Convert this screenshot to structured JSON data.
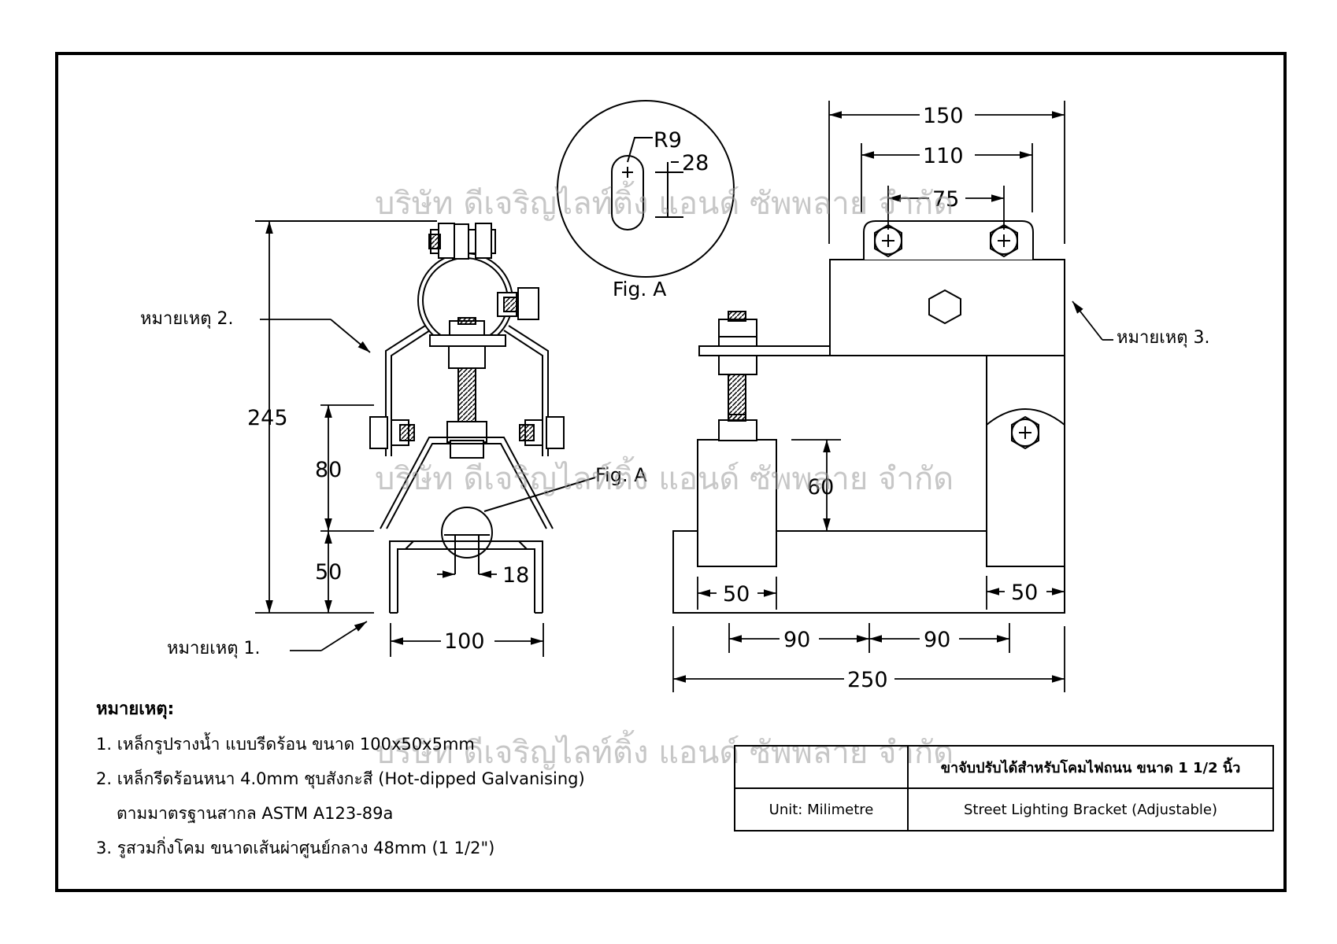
{
  "fig_a": {
    "radius_label": "R9",
    "slot_dim": "28",
    "caption": "Fig. A",
    "callout": "Fig. A"
  },
  "dimensions": {
    "overall_height": "245",
    "height_80": "80",
    "height_50": "50",
    "hole_18": "18",
    "width_100": "100",
    "top_150": "150",
    "top_110": "110",
    "top_75": "75",
    "block_60": "60",
    "left_50": "50",
    "right_50": "50",
    "span_90_left": "90",
    "span_90_right": "90",
    "overall_250": "250"
  },
  "leaders": {
    "note1": "หมายเหตุ 1.",
    "note2": "หมายเหตุ 2.",
    "note3": "หมายเหตุ 3."
  },
  "watermark": "บริษัท ดีเจริญไลท์ติ้ง แอนด์ ซัพพลาย จำกัด",
  "notes": {
    "heading": "หมายเหตุ:",
    "line1": "1. เหล็กรูปรางน้ำ แบบรีดร้อน ขนาด 100x50x5mm",
    "line2": "2. เหล็กรีดร้อนหนา 4.0mm ชุบสังกะสี (Hot-dipped Galvanising)",
    "line2b": "ตามมาตรฐานสากล ASTM A123-89a",
    "line3": "3. รูสวมกิ่งโคม ขนาดเส้นผ่าศูนย์กลาง 48mm (1 1/2\")"
  },
  "title_block": {
    "title_th": "ขาจับปรับได้สำหรับโคมไฟถนน ขนาด 1 1/2 นิ้ว",
    "unit": "Unit: Milimetre",
    "title_en": "Street Lighting Bracket (Adjustable)"
  }
}
